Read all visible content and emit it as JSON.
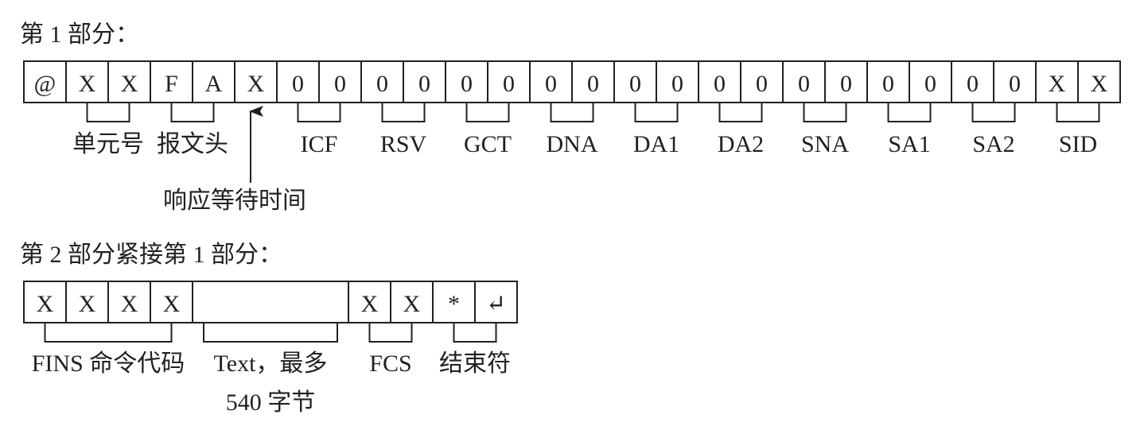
{
  "part1": {
    "heading": "第 1 部分：",
    "cells": [
      "@",
      "X",
      "X",
      "F",
      "A",
      "X",
      "0",
      "0",
      "0",
      "0",
      "0",
      "0",
      "0",
      "0",
      "0",
      "0",
      "0",
      "0",
      "0",
      "0",
      "0",
      "0",
      "0",
      "0",
      "X",
      "X"
    ],
    "groups": [
      {
        "label": "单元号",
        "from": 1,
        "to": 2
      },
      {
        "label": "报文头",
        "from": 3,
        "to": 4
      },
      {
        "label": "ICF",
        "from": 6,
        "to": 7
      },
      {
        "label": "RSV",
        "from": 8,
        "to": 9
      },
      {
        "label": "GCT",
        "from": 10,
        "to": 11
      },
      {
        "label": "DNA",
        "from": 12,
        "to": 13
      },
      {
        "label": "DA1",
        "from": 14,
        "to": 15
      },
      {
        "label": "DA2",
        "from": 16,
        "to": 17
      },
      {
        "label": "SNA",
        "from": 18,
        "to": 19
      },
      {
        "label": "SA1",
        "from": 20,
        "to": 21
      },
      {
        "label": "SA2",
        "from": 22,
        "to": 23
      },
      {
        "label": "SID",
        "from": 24,
        "to": 25
      }
    ],
    "arrow": {
      "label": "响应等待时间",
      "cell": 5
    }
  },
  "part2": {
    "heading": "第 2 部分紧接第 1 部分：",
    "cells": [
      "X",
      "X",
      "X",
      "X",
      "",
      "X",
      "X",
      "*",
      "↵"
    ],
    "groups": [
      {
        "label": "FINS 命令代码",
        "from": 0,
        "to": 3
      },
      {
        "label": "Text，最多",
        "label2": "540 字节",
        "from": 4,
        "to": 4
      },
      {
        "label": "FCS",
        "from": 5,
        "to": 6
      },
      {
        "label": "结束符",
        "from": 7,
        "to": 8
      }
    ]
  }
}
